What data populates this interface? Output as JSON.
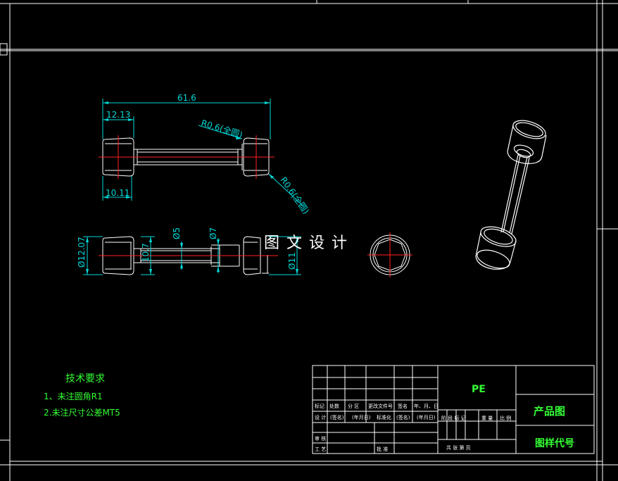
{
  "dimensions": {
    "overall_length": "61.6",
    "left_cap_length_top": "12.13",
    "left_cap_length_bottom": "10.11",
    "fillet_top": "R0.6(全圆)",
    "fillet_bottom": "R0.6(全圆)",
    "cap_diameter": "Ø12.07",
    "bore_diameter": "10.7",
    "shaft_d5": "Ø5",
    "shaft_d7": "Ø7",
    "right_cap_diameter": "Ø11"
  },
  "watermark": "图文设计",
  "tech_requirements": {
    "title": "技术要求",
    "item1": "1、未注圆角R1",
    "item2": "2.未注尺寸公差MT5"
  },
  "title_block": {
    "material": "PE",
    "product_name": "产品图",
    "drawing_code": "图样代号",
    "row_labels": {
      "mark": "标记",
      "count": "处数",
      "zone": "分 区",
      "change_doc": "更改文件号",
      "signature": "签名",
      "date": "年、月、日",
      "design": "设 计",
      "sign1": "(签名)",
      "date1": "(年月日)",
      "standard": "标准化",
      "sign2": "(签名)",
      "date2": "(年月日)",
      "check": "审 核",
      "process": "工 艺",
      "approve": "批 准"
    },
    "stage_labels": {
      "stage_mark": "阶 段 标 记",
      "weight": "重 量",
      "scale": "比 例",
      "sheets": "共   张   第   页"
    }
  },
  "colors": {
    "background": "#000000",
    "border": "#ffffff",
    "dimension": "#00d8d8",
    "centerline": "#ff2020",
    "text_green": "#33ff33"
  }
}
